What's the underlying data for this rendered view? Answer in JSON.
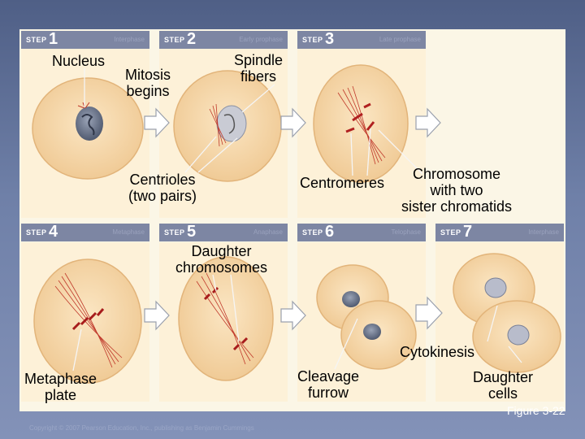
{
  "steps": [
    {
      "step": "STEP",
      "num": "1",
      "phase": "Interphase"
    },
    {
      "step": "STEP",
      "num": "2",
      "phase": "Early prophase"
    },
    {
      "step": "STEP",
      "num": "3",
      "phase": "Late prophase"
    },
    {
      "step": "STEP",
      "num": "4",
      "phase": "Metaphase"
    },
    {
      "step": "STEP",
      "num": "5",
      "phase": "Anaphase"
    },
    {
      "step": "STEP",
      "num": "6",
      "phase": "Telophase"
    },
    {
      "step": "STEP",
      "num": "7",
      "phase": "Interphase"
    }
  ],
  "labels": {
    "nucleus": "Nucleus",
    "mitosis_begins": "Mitosis\nbegins",
    "spindle_fibers": "Spindle\nfibers",
    "centrioles": "Centrioles\n(two pairs)",
    "centromeres": "Centromeres",
    "chromosome": "Chromosome\nwith two\nsister chromatids",
    "daughter_chromosomes": "Daughter\nchromosomes",
    "metaphase_plate": "Metaphase\nplate",
    "cleavage_furrow": "Cleavage\nfurrow",
    "cytokinesis": "Cytokinesis",
    "daughter_cells": "Daughter\ncells"
  },
  "figure_label": "Figure 3-22",
  "copyright": "Copyright © 2007 Pearson Education, Inc., publishing as Benjamin Cummings",
  "colors": {
    "background": "#6f80a8",
    "panel": "#fbf6e6",
    "step_bar": "#7d86a3",
    "cell": "#f6d9ad",
    "chromosome": "#c0392b"
  }
}
